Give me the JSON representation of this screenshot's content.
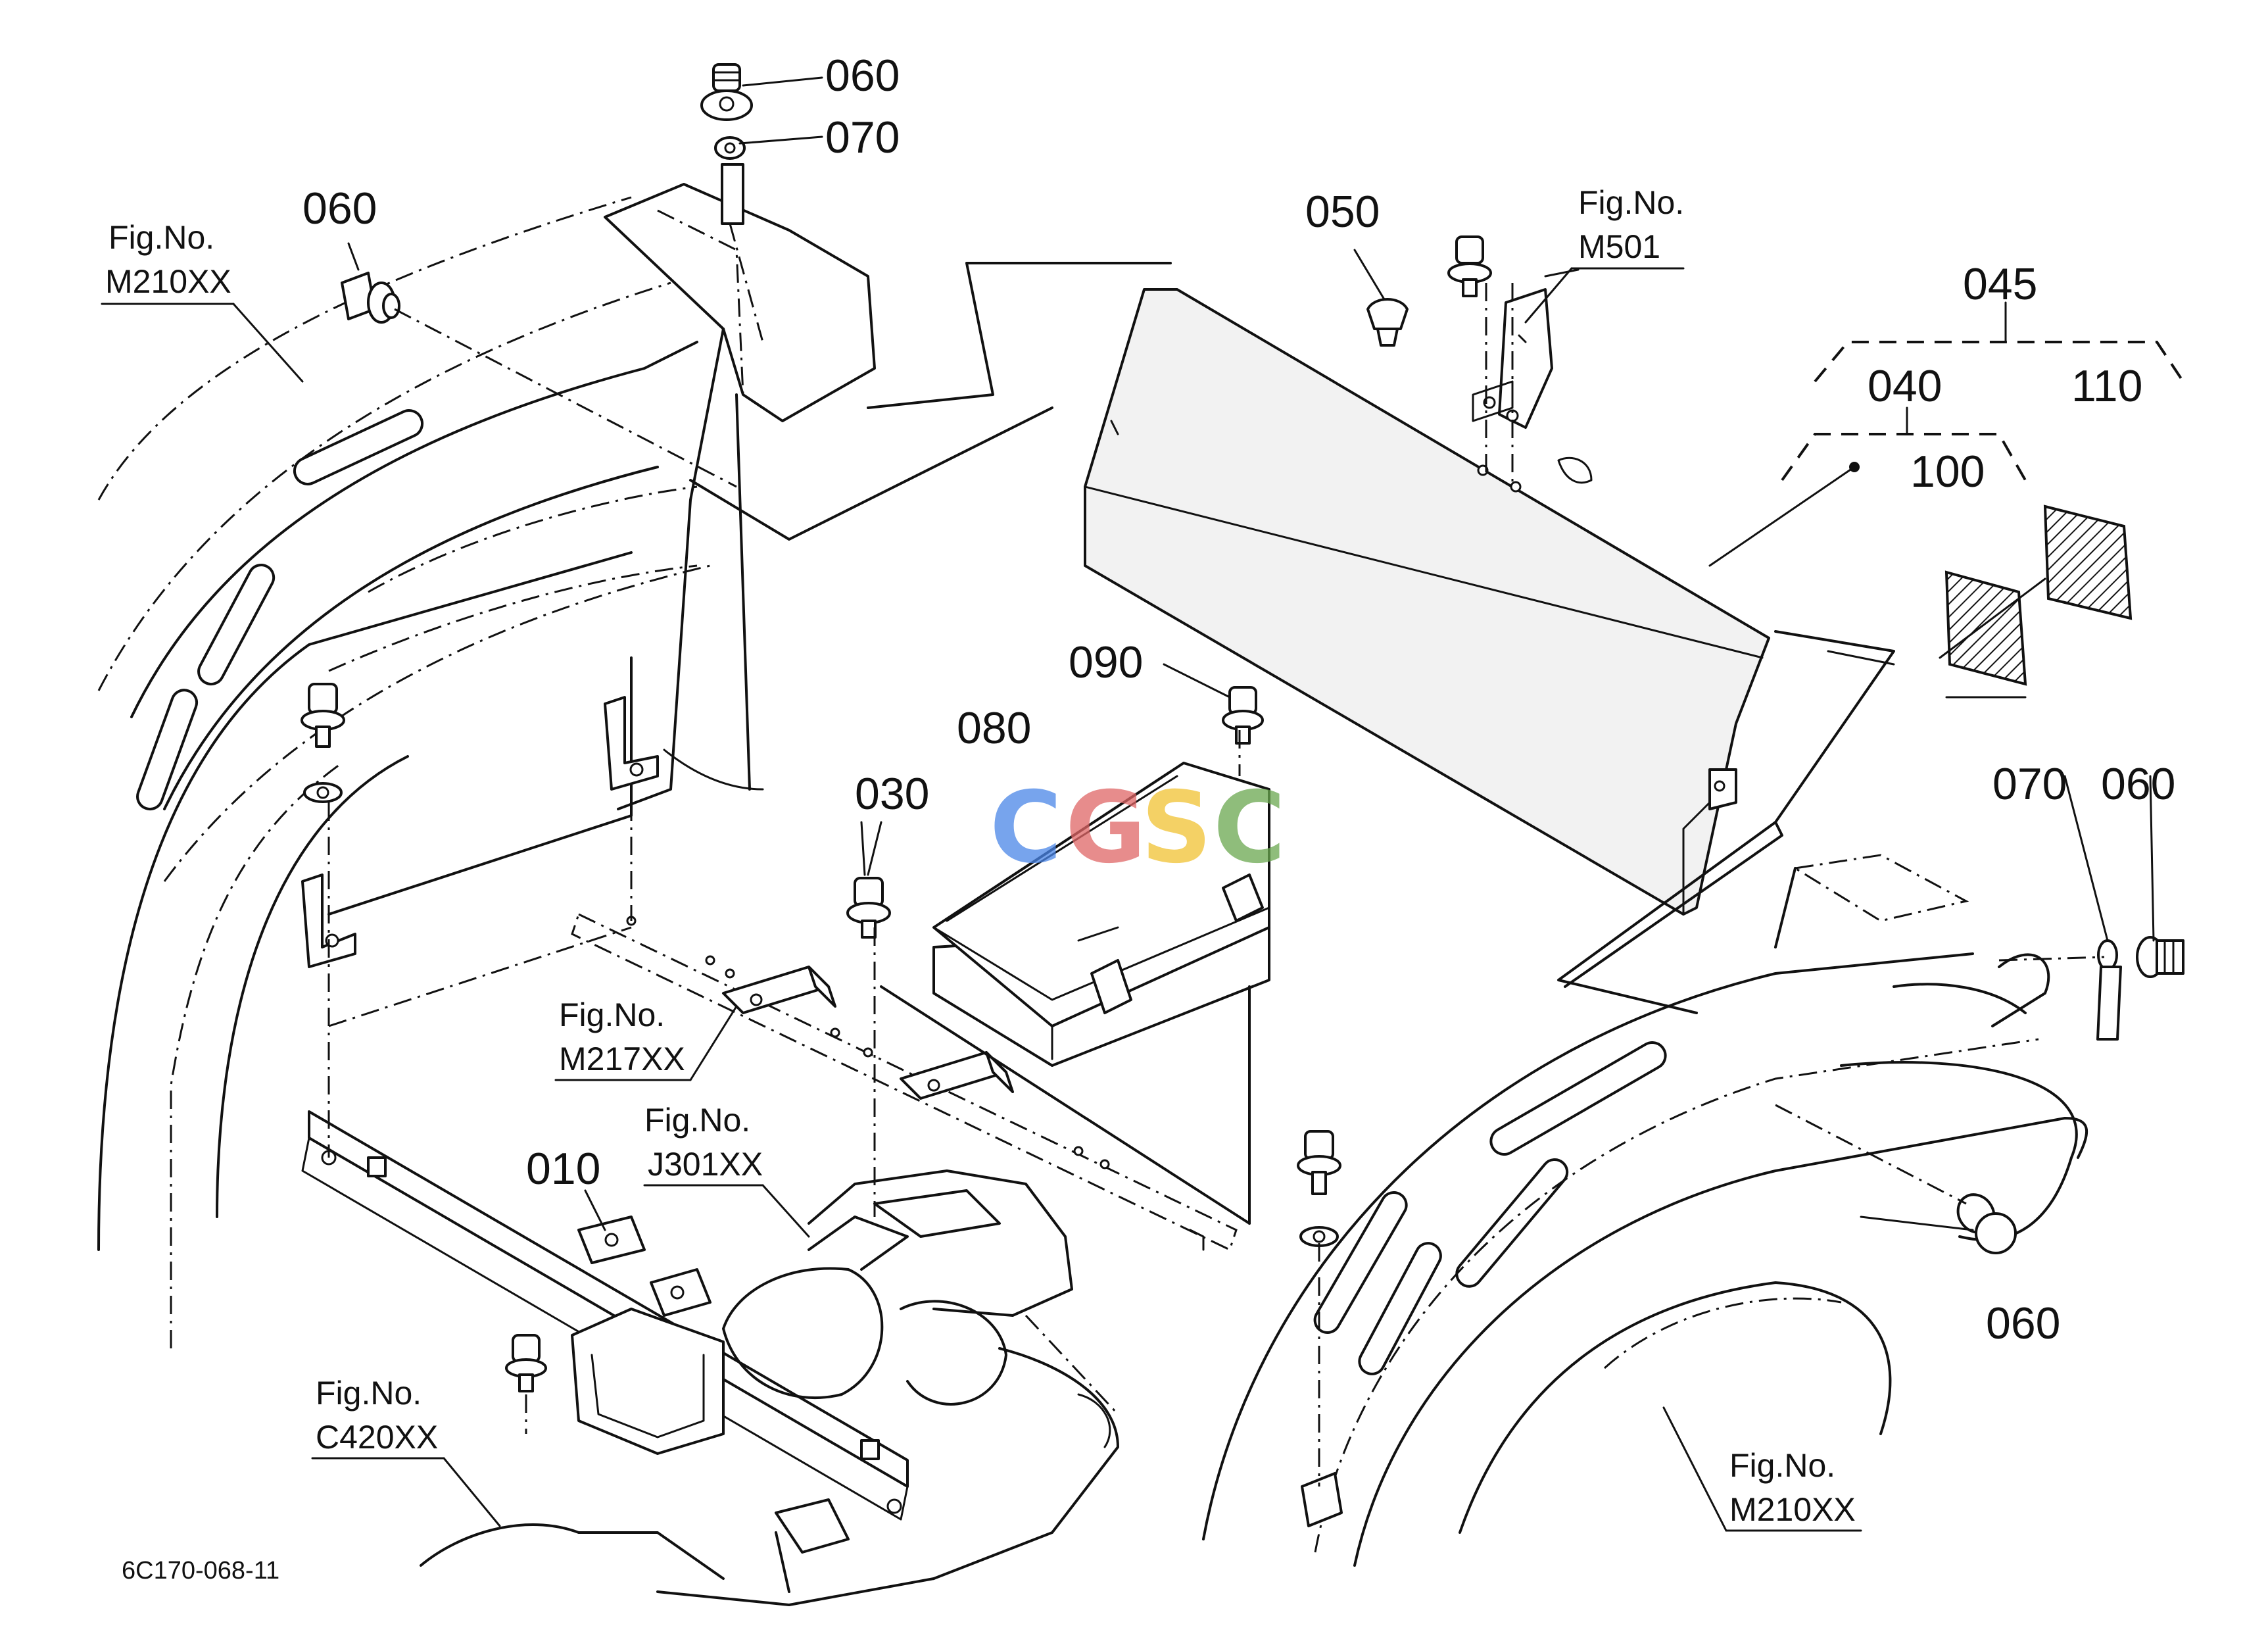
{
  "parts": {
    "p060_top": "060",
    "p070_top": "070",
    "p060_left": "060",
    "p050": "050",
    "p045": "045",
    "p040": "040",
    "p110": "110",
    "p100": "100",
    "p090": "090",
    "p080": "080",
    "p030": "030",
    "p070_right": "070",
    "p060_right": "060",
    "p010": "010",
    "p060_bottom": "060"
  },
  "figrefs": {
    "m210_left": {
      "label": "Fig.No.",
      "code": "M210XX"
    },
    "m501": {
      "label": "Fig.No.",
      "code": "M501"
    },
    "m217": {
      "label": "Fig.No.",
      "code": "M217XX"
    },
    "j301": {
      "label": "Fig.No.",
      "code": "J301XX"
    },
    "c420": {
      "label": "Fig.No.",
      "code": "C420XX"
    },
    "m210_right": {
      "label": "Fig.No.",
      "code": "M210XX"
    }
  },
  "drawing_number": "6C170-068-11",
  "watermark": {
    "letters": [
      "C",
      "G",
      "S",
      "C"
    ],
    "colors": [
      "#4a86e8",
      "#e06666",
      "#f1c232",
      "#6aa84f"
    ]
  }
}
